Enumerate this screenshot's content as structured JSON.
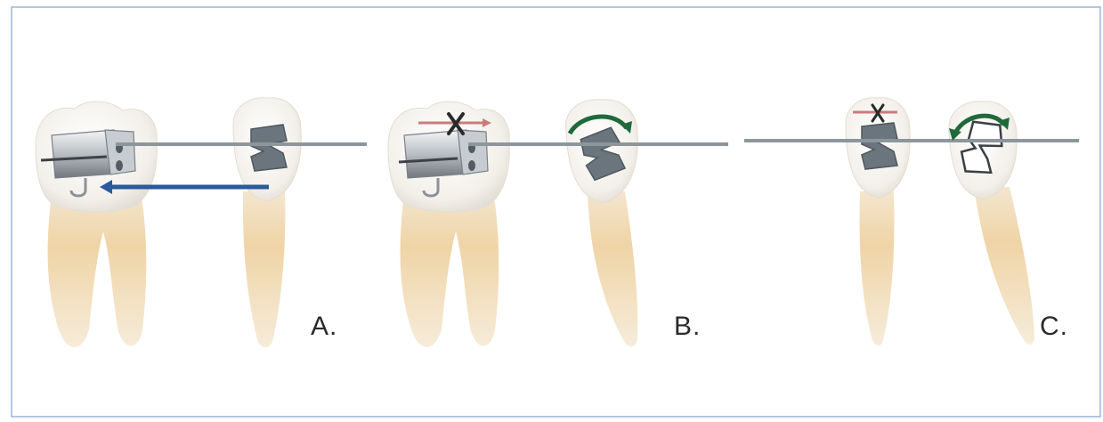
{
  "panels": [
    {
      "label": "A."
    },
    {
      "label": "B."
    },
    {
      "label": "C."
    }
  ],
  "colors": {
    "archwire": "#8c979c",
    "arrow_blue": "#2b5a9c",
    "blocked_red": "#c97c7c",
    "rotation_green": "#1f6a3a",
    "frame_blue": "#9bb3d8",
    "bracket_gray": "#67727a",
    "tooth_crown": "#f4f1ea",
    "tooth_root": "#ecd3a8"
  },
  "icons": [
    "bracket-icon",
    "molar-tube-icon",
    "arrow-icon",
    "blocked-x-icon",
    "rotation-arrow-icon"
  ]
}
